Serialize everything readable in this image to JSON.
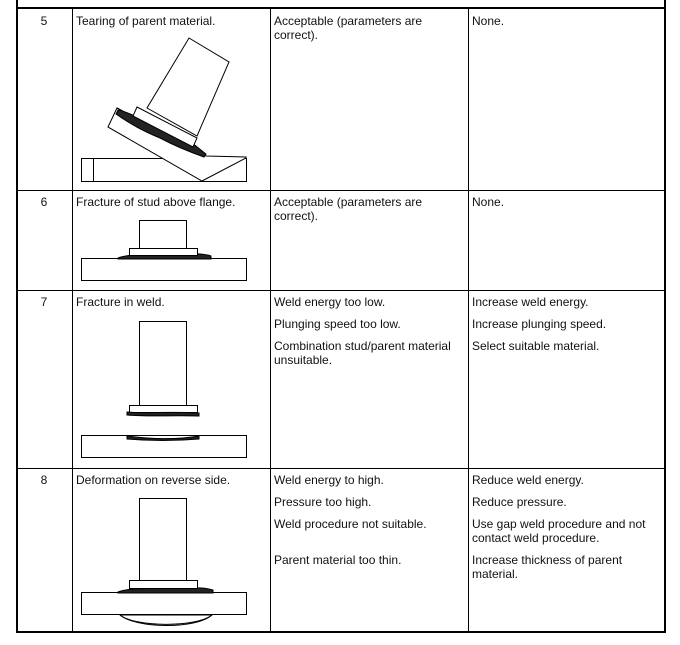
{
  "rows": [
    {
      "number": "5",
      "fault": "Tearing of parent material.",
      "causes": [
        "Acceptable (parameters are correct)."
      ],
      "remedies": [
        "None."
      ]
    },
    {
      "number": "6",
      "fault": "Fracture of stud above flange.",
      "causes": [
        "Acceptable (parameters are correct)."
      ],
      "remedies": [
        "None."
      ]
    },
    {
      "number": "7",
      "fault": "Fracture in weld.",
      "causes": [
        "Weld energy too low.",
        "Plunging speed too low.",
        "Combination stud/parent material unsuitable."
      ],
      "remedies": [
        "Increase weld energy.",
        "Increase plunging speed.",
        "Select suitable material."
      ]
    },
    {
      "number": "8",
      "fault": "Deformation on reverse side.",
      "causes": [
        "Weld energy to high.",
        "Pressure too high.",
        "Weld procedure not suitable.",
        "Parent material too thin."
      ],
      "remedies": [
        "Reduce weld energy.",
        "Reduce pressure.",
        "Use gap weld procedure and not contact weld procedure.",
        "Increase thickness of parent material."
      ]
    }
  ]
}
